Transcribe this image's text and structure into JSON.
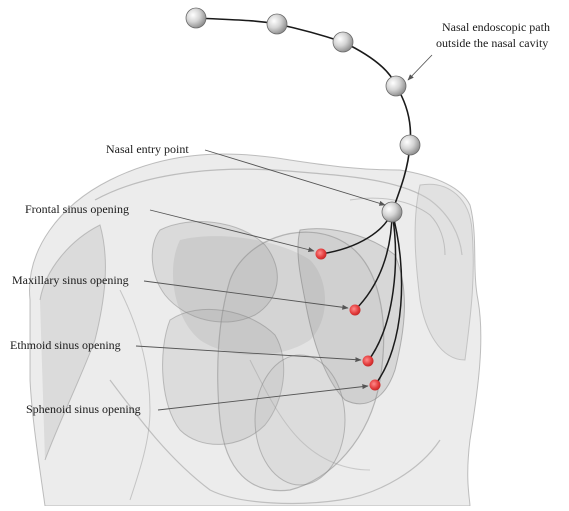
{
  "figure": {
    "labels": {
      "endoscopic_path_line1": "Nasal endoscopic path",
      "endoscopic_path_line2": "outside the nasal cavity",
      "entry_point": "Nasal entry point",
      "frontal": "Frontal sinus opening",
      "maxillary": "Maxillary sinus opening",
      "ethmoid": "Ethmoid sinus opening",
      "sphenoid": "Sphenoid sinus opening"
    },
    "colors": {
      "path": "#1a1a1a",
      "waypoint": "#c8c8c8",
      "sinus_opening": "#e23b3b",
      "anatomy": "#9a9a9a"
    }
  }
}
